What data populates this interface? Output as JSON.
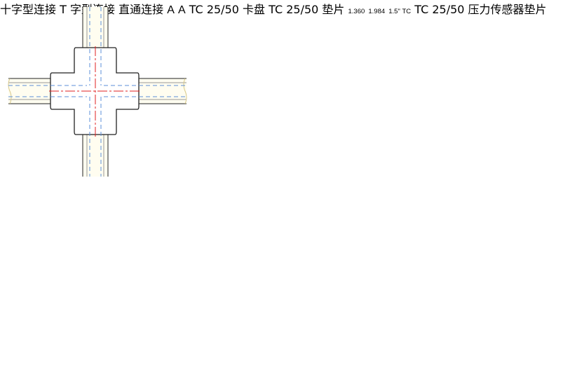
{
  "figures": [
    {
      "id": "cross",
      "caption": "十字型连接"
    },
    {
      "id": "tee",
      "caption": "T 字型连接"
    },
    {
      "id": "straight",
      "caption": "直通连接"
    },
    {
      "id": "clamp",
      "caption": "TC 25/50 卡盘",
      "section_mark": "A"
    },
    {
      "id": "gasket",
      "caption": "TC 25/50 垫片"
    },
    {
      "id": "sensor_gasket",
      "caption": "TC 25/50 压力传感器垫片",
      "width_dim": "1.360",
      "height_dim": "1.984",
      "size_label": "1.5\" TC"
    }
  ],
  "colors": {
    "line": "#222222",
    "hidden": "#5b8fd9",
    "center": "#e02020",
    "arrow": "#e08a2a",
    "pipe_fill": "#fffdf0"
  }
}
